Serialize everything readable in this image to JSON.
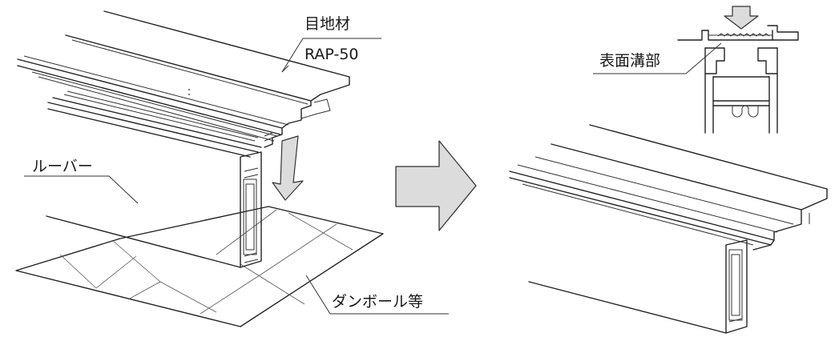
{
  "labels": {
    "joint_material": "目地材",
    "joint_model": "RAP-50",
    "louver": "ルーバー",
    "cardboard": "ダンボール等",
    "surface_groove": "表面溝部"
  },
  "colors": {
    "line": "#222222",
    "arrow_fill": "#dcdcdc",
    "arrow_stroke": "#333333",
    "background": "#ffffff"
  }
}
